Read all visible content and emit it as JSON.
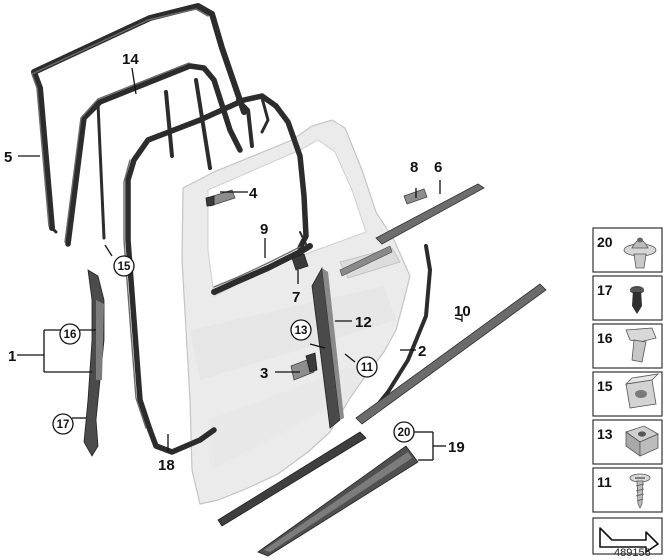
{
  "callouts": [
    {
      "id": "c1",
      "text": "1"
    },
    {
      "id": "c2",
      "text": "2"
    },
    {
      "id": "c3",
      "text": "3"
    },
    {
      "id": "c4",
      "text": "4"
    },
    {
      "id": "c5",
      "text": "5"
    },
    {
      "id": "c6",
      "text": "6"
    },
    {
      "id": "c7",
      "text": "7"
    },
    {
      "id": "c8",
      "text": "8"
    },
    {
      "id": "c9",
      "text": "9"
    },
    {
      "id": "c10",
      "text": "10"
    },
    {
      "id": "c12",
      "text": "12"
    },
    {
      "id": "c14",
      "text": "14"
    },
    {
      "id": "c18",
      "text": "18"
    },
    {
      "id": "c19",
      "text": "19"
    }
  ],
  "circled_callouts": [
    {
      "id": "cc11",
      "text": "11"
    },
    {
      "id": "cc13",
      "text": "13"
    },
    {
      "id": "cc15",
      "text": "15"
    },
    {
      "id": "cc16",
      "text": "16"
    },
    {
      "id": "cc17",
      "text": "17"
    },
    {
      "id": "cc20",
      "text": "20"
    }
  ],
  "fastener_legend": [
    {
      "number": "20",
      "icon": "push-clip-icon"
    },
    {
      "number": "17",
      "icon": "expansion-rivet-icon"
    },
    {
      "number": "16",
      "icon": "fir-tree-clip-icon"
    },
    {
      "number": "15",
      "icon": "clip-nut-icon"
    },
    {
      "number": "13",
      "icon": "u-nut-icon"
    },
    {
      "number": "11",
      "icon": "screw-icon"
    }
  ],
  "footer_arrow_icon": "direction-arrow-icon",
  "document_number": "489156",
  "colors": {
    "line": "#111111",
    "seal": "#2c2c2c",
    "door_panel": "#ececec",
    "part_dark": "#3a3a3a"
  }
}
